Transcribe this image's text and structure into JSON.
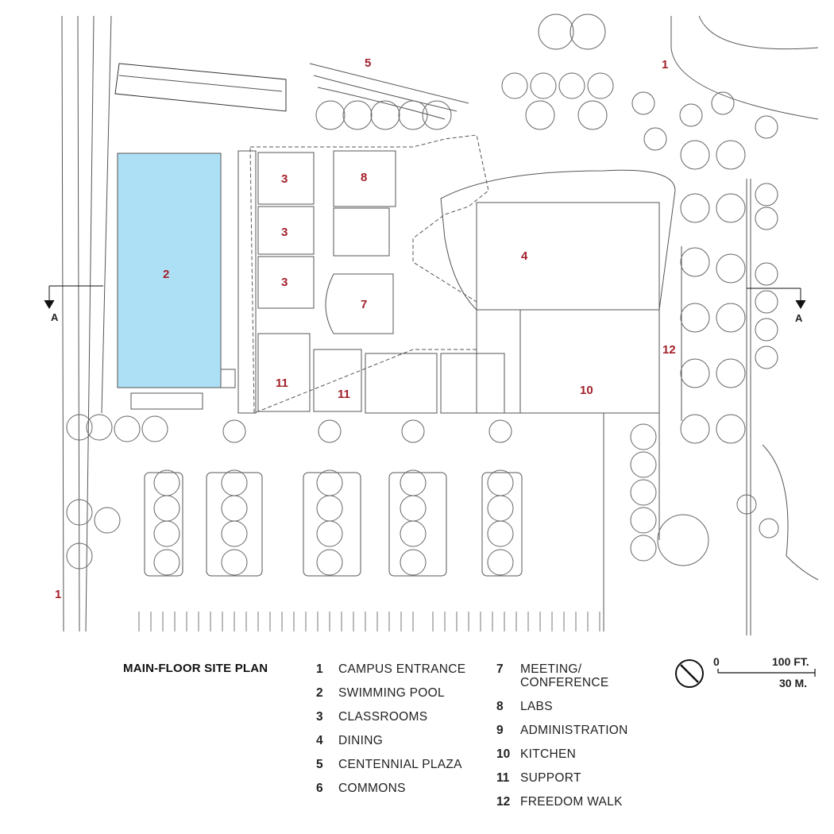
{
  "plan_labels": [
    "1",
    "2",
    "3",
    "4",
    "5",
    "7",
    "8",
    "10",
    "11",
    "12"
  ],
  "section_marker": "A",
  "legend": {
    "title": "MAIN-FLOOR SITE PLAN",
    "items": [
      {
        "num": "1",
        "name": "CAMPUS ENTRANCE"
      },
      {
        "num": "2",
        "name": "SWIMMING POOL"
      },
      {
        "num": "3",
        "name": "CLASSROOMS"
      },
      {
        "num": "4",
        "name": "DINING"
      },
      {
        "num": "5",
        "name": "CENTENNIAL PLAZA"
      },
      {
        "num": "6",
        "name": "COMMONS"
      },
      {
        "num": "7",
        "name": "MEETING/\nCONFERENCE"
      },
      {
        "num": "8",
        "name": "LABS"
      },
      {
        "num": "9",
        "name": "ADMINISTRATION"
      },
      {
        "num": "10",
        "name": "KITCHEN"
      },
      {
        "num": "11",
        "name": "SUPPORT"
      },
      {
        "num": "12",
        "name": "FREEDOM WALK"
      }
    ]
  },
  "scale": {
    "zero": "0",
    "feet": "100 FT.",
    "meters": "30 M."
  },
  "colors": {
    "pool": "#aee0f5",
    "label": "#a3202b",
    "line": "#444444"
  }
}
